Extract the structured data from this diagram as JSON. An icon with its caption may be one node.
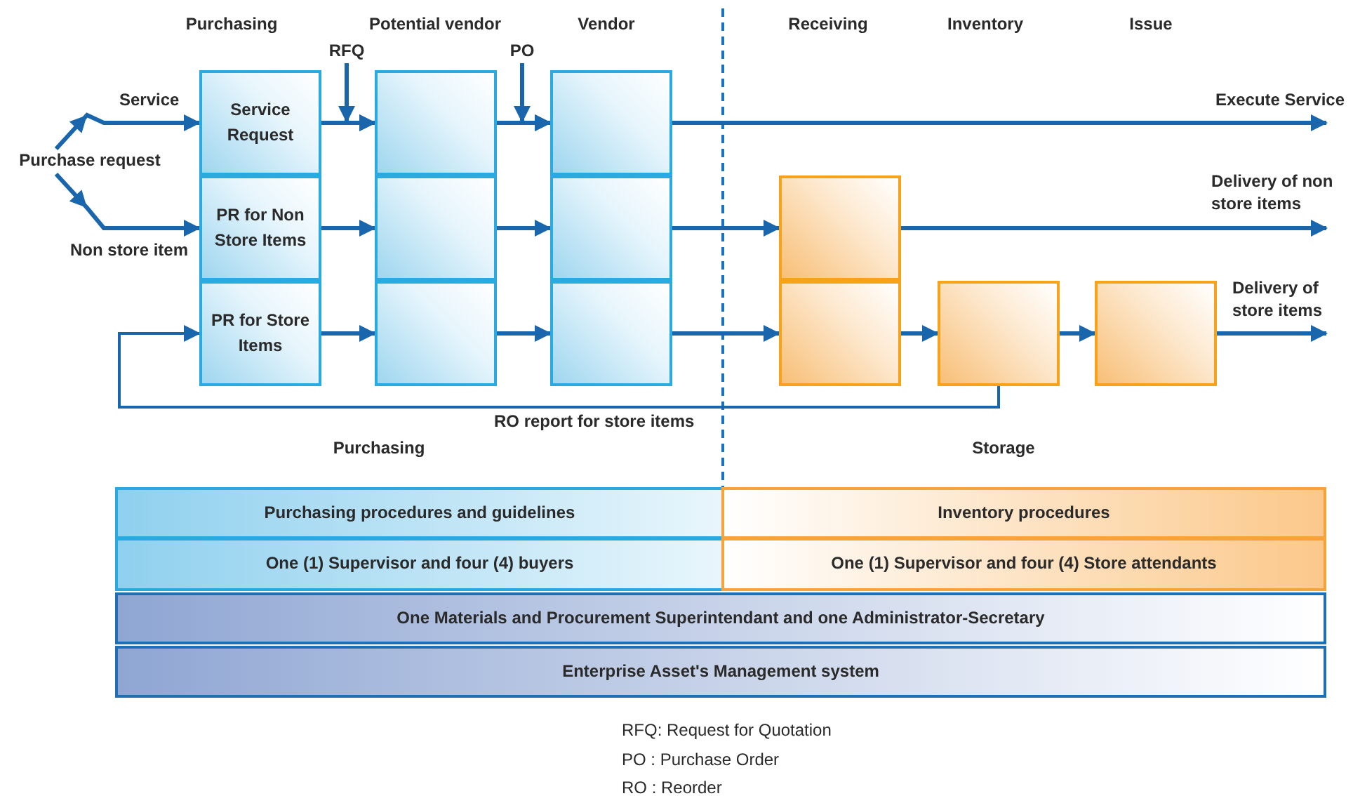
{
  "diagram": {
    "nodes": [
      {
        "text": [
          "Purchase request"
        ]
      },
      {
        "text": [
          "Service Request"
        ]
      },
      {
        "text": [
          "PR for Non Store Items"
        ]
      },
      {
        "text": [
          "PR for Store Items"
        ]
      },
      {
        "text": [],
        "shape": "box"
      },
      {
        "text": [],
        "shape": "box"
      },
      {
        "text": [],
        "shape": "box"
      },
      {
        "text": [],
        "shape": "box"
      },
      {
        "text": [],
        "shape": "box"
      },
      {
        "text": [],
        "shape": "box"
      },
      {
        "text": [],
        "shape": "box"
      },
      {
        "text": [],
        "shape": "box"
      },
      {
        "text": [],
        "shape": "box"
      },
      {
        "text": [],
        "shape": "box"
      },
      {
        "text": [
          "RFQ"
        ]
      },
      {
        "text": [
          "PO"
        ]
      },
      {
        "text": [
          "Purchasing procedures and guidelines"
        ]
      },
      {
        "text": [
          "Inventory procedures"
        ]
      },
      {
        "text": [
          "One (1) Supervisor and four (4) buyers"
        ]
      },
      {
        "text": [
          "One (1) Supervisor and four (4) Store attendants"
        ]
      },
      {
        "text": [
          "One Materials and Procurement Superintendant and one Administrator-Secretary"
        ]
      },
      {
        "text": [
          "Enterprise Asset's Management system"
        ]
      }
    ],
    "edges": [
      {
        "from": 0,
        "to": 1,
        "arrow": "to",
        "label": "Service"
      },
      {
        "from": 0,
        "to": 2,
        "arrow": "to",
        "label": "Non store item"
      },
      {
        "from": 1,
        "to": 4,
        "arrow": "to"
      },
      {
        "from": 2,
        "to": 5,
        "arrow": "to"
      },
      {
        "from": 3,
        "to": 6,
        "arrow": "to"
      },
      {
        "from": 4,
        "to": 7,
        "arrow": "to"
      },
      {
        "from": 5,
        "to": 8,
        "arrow": "to"
      },
      {
        "from": 6,
        "to": 9,
        "arrow": "to"
      },
      {
        "from": 7,
        "to": null,
        "arrow": "to",
        "label": "Execute Service"
      },
      {
        "from": 8,
        "to": 10,
        "arrow": "to"
      },
      {
        "from": 9,
        "to": 11,
        "arrow": "to"
      },
      {
        "from": 10,
        "to": null,
        "arrow": "to",
        "label": "Delivery of non store items"
      },
      {
        "from": 11,
        "to": 12,
        "arrow": "to"
      },
      {
        "from": 12,
        "to": 13,
        "arrow": "to"
      },
      {
        "from": 13,
        "to": null,
        "arrow": "to",
        "label": "Delivery of store items"
      },
      {
        "from": 12,
        "to": 3,
        "arrow": "to",
        "label": "RO report for store items"
      },
      {
        "from": 14,
        "to": 4,
        "arrow": "to"
      },
      {
        "from": 15,
        "to": 7,
        "arrow": "to"
      }
    ],
    "labels": [
      "Purchasing",
      "Potential vendor",
      "Vendor",
      "Receiving",
      "Inventory",
      "Issue",
      "Purchasing",
      "Storage",
      "RFQ: Request for Quotation",
      "PO : Purchase Order",
      "RO : Reorder"
    ]
  }
}
